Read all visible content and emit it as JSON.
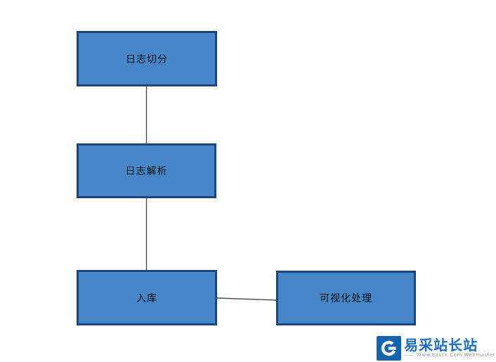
{
  "diagram": {
    "nodes": [
      {
        "id": "split",
        "label": "日志切分"
      },
      {
        "id": "parse",
        "label": "日志解析"
      },
      {
        "id": "store",
        "label": "入库"
      },
      {
        "id": "visualize",
        "label": "可视化处理"
      }
    ],
    "connections": [
      {
        "from": "日志切分",
        "to": "日志解析"
      },
      {
        "from": "日志解析",
        "to": "入库"
      },
      {
        "from": "入库",
        "to": "可视化处理"
      }
    ],
    "colors": {
      "node_fill": "#4587c8",
      "node_border": "#20457c",
      "connector": "#4d4d4d",
      "node_text": "#0d0d0d"
    }
  },
  "watermark": {
    "brand": "易采站长站",
    "tagline": "—— Www.Easck.Com Webmaster",
    "colors": {
      "logo_bg": "#1563ac",
      "brand_text": "#1e6cbe",
      "tagline_text": "#9aa0a6"
    }
  }
}
